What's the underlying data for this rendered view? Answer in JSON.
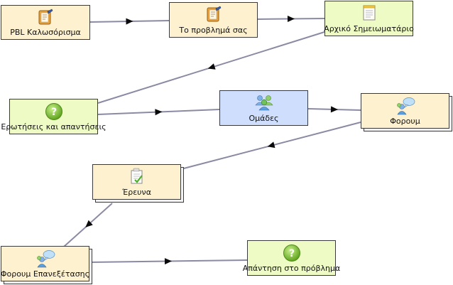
{
  "colors": {
    "yellow": "#fdf1cf",
    "green": "#eefbc4",
    "blue": "#cfdefd",
    "link": "#8b8aa3",
    "arrow": "#0a0a0a"
  },
  "nodes": [
    {
      "id": "pbl-welcome",
      "label": "PBL Καλωσόρισμα",
      "icon": "notepad-pencil-icon",
      "color": "yellow"
    },
    {
      "id": "your-problem",
      "label": "Το προβλημά σας",
      "icon": "notepad-pencil-icon",
      "color": "yellow"
    },
    {
      "id": "initial-notepad",
      "label": "Αρχικό Σημειωματάριο",
      "icon": "notepad-icon",
      "color": "green"
    },
    {
      "id": "questions-answers",
      "label": "Ερωτήσεις και απαντήσεις",
      "icon": "question-icon",
      "color": "green"
    },
    {
      "id": "groups",
      "label": "Ομάδες",
      "icon": "group-icon",
      "color": "blue"
    },
    {
      "id": "forum",
      "label": "Φορουμ",
      "icon": "forum-icon",
      "color": "yellow"
    },
    {
      "id": "research",
      "label": "Έρευνα",
      "icon": "research-icon",
      "color": "yellow"
    },
    {
      "id": "review-forum",
      "label": "Φορουμ Επανεξέτασης",
      "icon": "forum-icon",
      "color": "yellow"
    },
    {
      "id": "answer-problem",
      "label": "Απάντηση στο πρόβλημα",
      "icon": "question-icon",
      "color": "green"
    }
  ],
  "links": [
    {
      "from": "pbl-welcome",
      "to": "your-problem"
    },
    {
      "from": "your-problem",
      "to": "initial-notepad"
    },
    {
      "from": "initial-notepad",
      "to": "questions-answers"
    },
    {
      "from": "questions-answers",
      "to": "groups"
    },
    {
      "from": "groups",
      "to": "forum"
    },
    {
      "from": "forum",
      "to": "research"
    },
    {
      "from": "research",
      "to": "review-forum"
    },
    {
      "from": "review-forum",
      "to": "answer-problem"
    }
  ]
}
